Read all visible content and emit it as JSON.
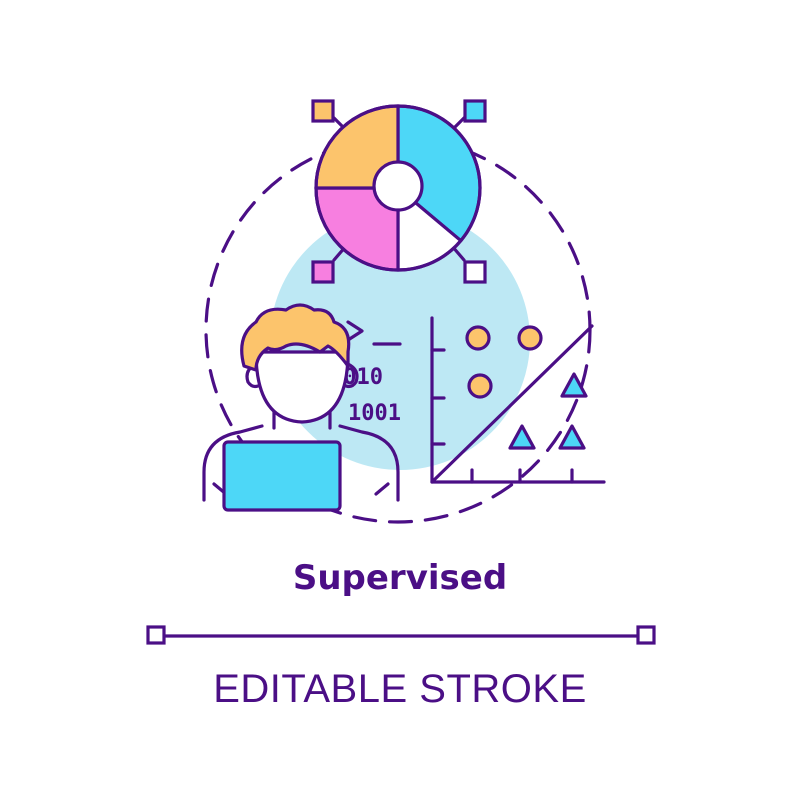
{
  "title": "Supervised",
  "subtitle": "EDITABLE STROKE",
  "binary": {
    "line1": "1010",
    "line2": "1001"
  },
  "icons": {
    "main": "supervised-learning-icon",
    "pie": "pie-chart-icon",
    "person": "person-at-laptop-icon",
    "laptop": "laptop-icon",
    "terminal": "terminal-prompt-icon",
    "scatter": "classification-scatter-plot-icon"
  },
  "colors": {
    "stroke": "#4b0f86",
    "cyan": "#4dd7f7",
    "light_blue": "#bde8f4",
    "orange": "#fcc46c",
    "pink": "#f77fe0",
    "hair": "#fcc46c",
    "white": "#ffffff"
  }
}
